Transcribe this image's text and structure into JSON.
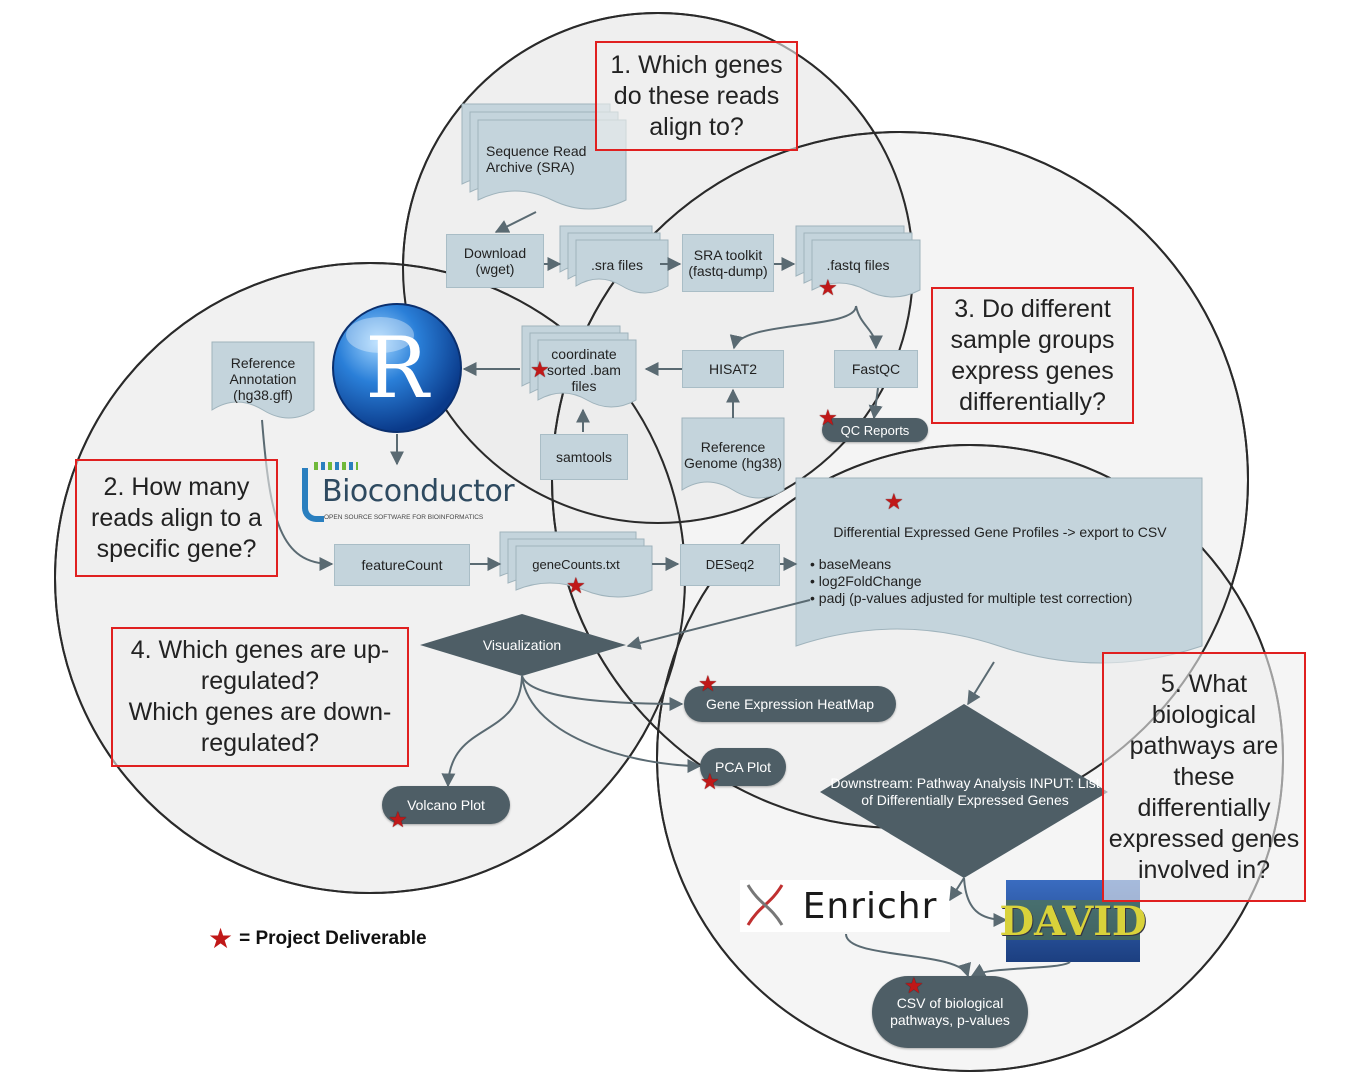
{
  "questions": {
    "q1": "1. Which genes do these reads align to?",
    "q2": "2. How many reads align to a specific gene?",
    "q3": "3. Do different sample groups express genes differentially?",
    "q4_line1": "4. Which genes are up-regulated?",
    "q4_line2": "Which genes are down-regulated?",
    "q5": "5. What biological pathways are these differentially expressed genes involved in?"
  },
  "nodes": {
    "sra": "Sequence Read Archive (SRA)",
    "download": "Download (wget)",
    "sra_files": ".sra files",
    "sra_toolkit": "SRA toolkit (fastq-dump)",
    "fastq_files": ".fastq files",
    "fastqc": "FastQC",
    "qc_reports": "QC Reports",
    "hisat2": "HISAT2",
    "bam_files": "coordinate sorted .bam files",
    "samtools": "samtools",
    "ref_genome": "Reference Genome (hg38)",
    "ref_annotation": "Reference Annotation (hg38.gff)",
    "featurecount": "featureCount",
    "genecounts": "geneCounts.txt",
    "deseq2": "DESeq2",
    "deg_title": "Differential Expressed Gene Profiles -> export to CSV",
    "deg_items": [
      "• baseMeans",
      "• log2FoldChange",
      "• padj (p-values adjusted for multiple test correction)"
    ],
    "visualization": "Visualization",
    "heatmap": "Gene Expression HeatMap",
    "pca": "PCA Plot",
    "volcano": "Volcano Plot",
    "pathway": "Downstream: Pathway Analysis INPUT: List of Differentially Expressed Genes",
    "csv_pathways": "CSV of biological pathways, p-values"
  },
  "logos": {
    "r": "R",
    "bioconductor": "Bioconductor",
    "bioconductor_tagline": "OPEN SOURCE SOFTWARE FOR BIOINFORMATICS",
    "enrichr": "Enrichr",
    "david": "DAVID"
  },
  "legend": {
    "text": "= Project Deliverable"
  },
  "colors": {
    "circle_fill": "#ececec",
    "box_fill": "#c4d4dc",
    "dark_node": "#4e5e66",
    "question_border": "#e02020",
    "star": "#c01818",
    "arrow": "#5a6a72"
  }
}
